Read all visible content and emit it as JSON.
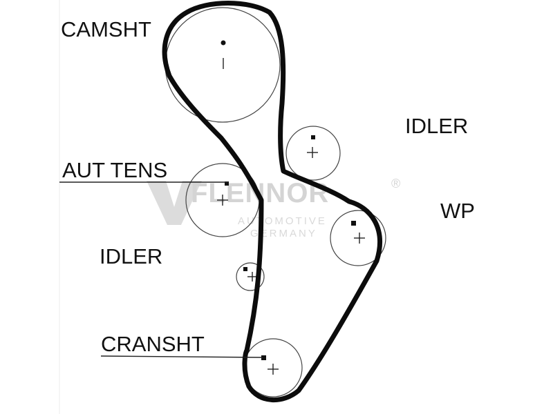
{
  "diagram": {
    "labels": {
      "camshaft": "CAMSHT",
      "idler_upper": "IDLER",
      "auto_tensioner": "AUT TENS",
      "water_pump": "WP",
      "idler_lower": "IDLER",
      "crankshaft": "CRANSHT"
    },
    "watermark": {
      "brand": "FLENNOR",
      "registered_mark": "®",
      "line1": "AUTOMOTIVE",
      "line2": "GERMANY"
    }
  }
}
